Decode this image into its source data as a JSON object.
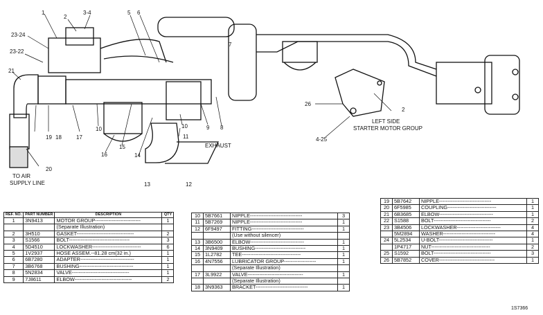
{
  "callouts": [
    "1",
    "2",
    "3-4",
    "5",
    "6",
    "7",
    "8",
    "9",
    "10",
    "10",
    "11",
    "12",
    "13",
    "14",
    "15",
    "16",
    "17",
    "18",
    "19",
    "20",
    "21",
    "23-24",
    "23-22",
    "26",
    "2",
    "4-25"
  ],
  "labels": {
    "exhaust": "EXHAUST",
    "left_side": "LEFT SIDE",
    "starter_group": "STARTER MOTOR GROUP",
    "to_air": "TO AIR",
    "supply_line": "SUPPLY LINE"
  },
  "headers": {
    "ref": "REF. NO.",
    "part": "PART NUMBER",
    "desc": "DESCRIPTION",
    "qty": "QTY"
  },
  "table1": [
    {
      "no": "1",
      "part": "3N9413",
      "desc": "MOTOR GROUP---------------------------",
      "qty": "1"
    },
    {
      "no": "",
      "part": "",
      "desc": "(Separate Illustration)",
      "qty": ""
    },
    {
      "no": "2",
      "part": "3H510",
      "desc": "GASKET----------------------------------",
      "qty": "2"
    },
    {
      "no": "3",
      "part": "S1566",
      "desc": "BOLT------------------------------------",
      "qty": "3"
    },
    {
      "no": "4",
      "part": "5D4510",
      "desc": "LOCKWASHER-----------------------------",
      "qty": "6"
    },
    {
      "no": "5",
      "part": "1V2937",
      "desc": "HOSE ASSEM.--81.28 cm(32 in.)",
      "qty": "1"
    },
    {
      "no": "6",
      "part": "6B7280",
      "desc": "ADAPTER--------------------------------",
      "qty": "1"
    },
    {
      "no": "7",
      "part": "3B6768",
      "desc": "BUSHING--------------------------------",
      "qty": "1"
    },
    {
      "no": "8",
      "part": "5N2834",
      "desc": "VALVE----------------------------------",
      "qty": "1"
    },
    {
      "no": "9",
      "part": "7J8611",
      "desc": "ELBOW----------------------------------",
      "qty": "2"
    }
  ],
  "table2": [
    {
      "no": "10",
      "part": "5B7661",
      "desc": "NIPPLE-------------------------------",
      "qty": "3"
    },
    {
      "no": "11",
      "part": "5B7269",
      "desc": "NIPPLE-------------------------------",
      "qty": "1"
    },
    {
      "no": "12",
      "part": "6F9497",
      "desc": "FITTING-------------------------------",
      "qty": "1"
    },
    {
      "no": "",
      "part": "",
      "desc": "(Use without silencer)",
      "qty": ""
    },
    {
      "no": "13",
      "part": "3B6500",
      "desc": "ELBOW--------------------------------",
      "qty": "1"
    },
    {
      "no": "14",
      "part": "3N9409",
      "desc": "BUSHING------------------------------",
      "qty": "1"
    },
    {
      "no": "15",
      "part": "1L2782",
      "desc": "TEE-----------------------------------",
      "qty": "1"
    },
    {
      "no": "16",
      "part": "4N7556",
      "desc": "LUBRICATOR GROUP-------------------",
      "qty": "1"
    },
    {
      "no": "",
      "part": "",
      "desc": "(Separate Illustration)",
      "qty": ""
    },
    {
      "no": "17",
      "part": "3L9922",
      "desc": "VALVE---------------------------------",
      "qty": "1"
    },
    {
      "no": "",
      "part": "",
      "desc": "(Separate Illustration)",
      "qty": ""
    },
    {
      "no": "18",
      "part": "3N9363",
      "desc": "BRACKET-------------------------------",
      "qty": "1"
    }
  ],
  "table3": [
    {
      "no": "19",
      "part": "5B7642",
      "desc": "NIPPLE-------------------------------",
      "qty": "1"
    },
    {
      "no": "20",
      "part": "6F5985",
      "desc": "COUPLING-----------------------------",
      "qty": "1"
    },
    {
      "no": "21",
      "part": "6B3685",
      "desc": "ELBOW--------------------------------",
      "qty": "1"
    },
    {
      "no": "22",
      "part": "S1588",
      "desc": "BOLT----------------------------------",
      "qty": "2"
    },
    {
      "no": "23",
      "part": "3B4506",
      "desc": "LOCKWASHER--------------------------",
      "qty": "4"
    },
    {
      "no": "",
      "part": "5M2894",
      "desc": "WASHER-------------------------------",
      "qty": "4"
    },
    {
      "no": "24",
      "part": "5L2534",
      "desc": "U-BOLT--------------------------------",
      "qty": "1"
    },
    {
      "no": "",
      "part": "1P4717",
      "desc": "NUT-----------------------------------",
      "qty": "2"
    },
    {
      "no": "25",
      "part": "S1592",
      "desc": "BOLT----------------------------------",
      "qty": "3"
    },
    {
      "no": "26",
      "part": "5B7852",
      "desc": "COVER---------------------------------",
      "qty": "1"
    }
  ],
  "figure_number": "1S7366"
}
